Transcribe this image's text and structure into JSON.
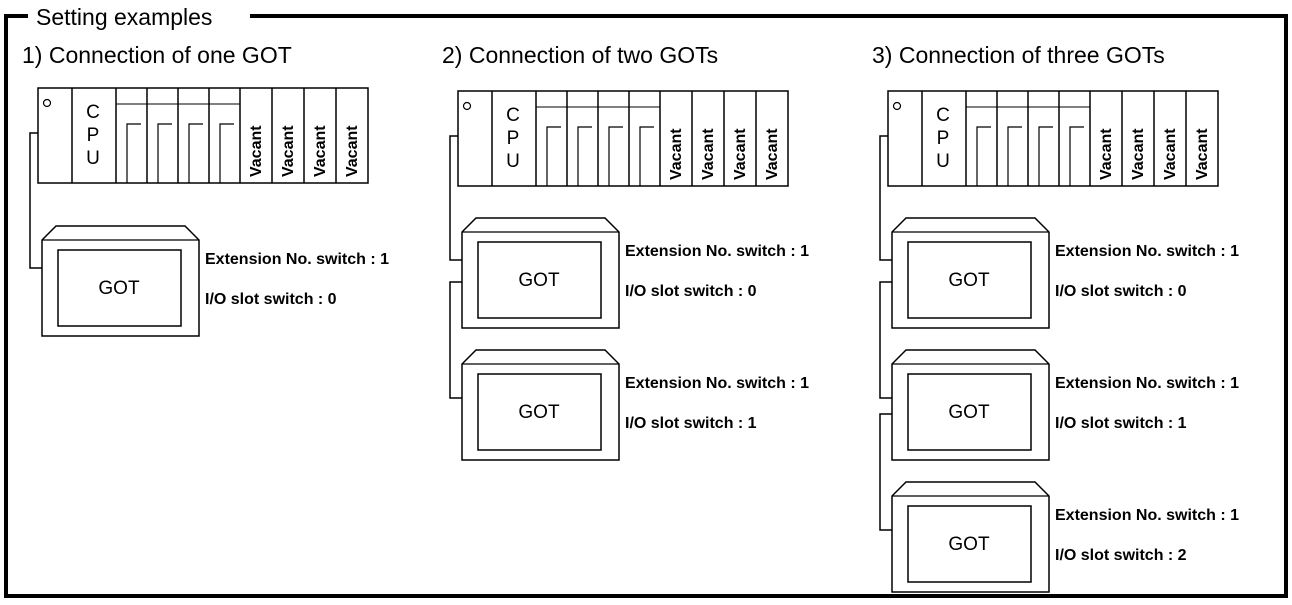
{
  "frame": {
    "title": "Setting examples"
  },
  "examples": [
    {
      "title": "1) Connection of one GOT",
      "rack": {
        "cpu": [
          "C",
          "P",
          "U"
        ],
        "vacant": [
          "Vacant",
          "Vacant",
          "Vacant",
          "Vacant"
        ]
      },
      "gots": [
        {
          "label": "GOT",
          "extension": "Extension No. switch : 1",
          "io_slot": "I/O slot switch : 0"
        }
      ]
    },
    {
      "title": "2) Connection of two GOTs",
      "rack": {
        "cpu": [
          "C",
          "P",
          "U"
        ],
        "vacant": [
          "Vacant",
          "Vacant",
          "Vacant",
          "Vacant"
        ]
      },
      "gots": [
        {
          "label": "GOT",
          "extension": "Extension No. switch : 1",
          "io_slot": "I/O slot switch : 0"
        },
        {
          "label": "GOT",
          "extension": "Extension No. switch : 1",
          "io_slot": "I/O slot switch : 1"
        }
      ]
    },
    {
      "title": "3) Connection of three GOTs",
      "rack": {
        "cpu": [
          "C",
          "P",
          "U"
        ],
        "vacant": [
          "Vacant",
          "Vacant",
          "Vacant",
          "Vacant"
        ]
      },
      "gots": [
        {
          "label": "GOT",
          "extension": "Extension No. switch : 1",
          "io_slot": "I/O slot switch : 0"
        },
        {
          "label": "GOT",
          "extension": "Extension No. switch : 1",
          "io_slot": "I/O slot switch : 1"
        },
        {
          "label": "GOT",
          "extension": "Extension No. switch : 1",
          "io_slot": "I/O slot switch : 2"
        }
      ]
    }
  ]
}
